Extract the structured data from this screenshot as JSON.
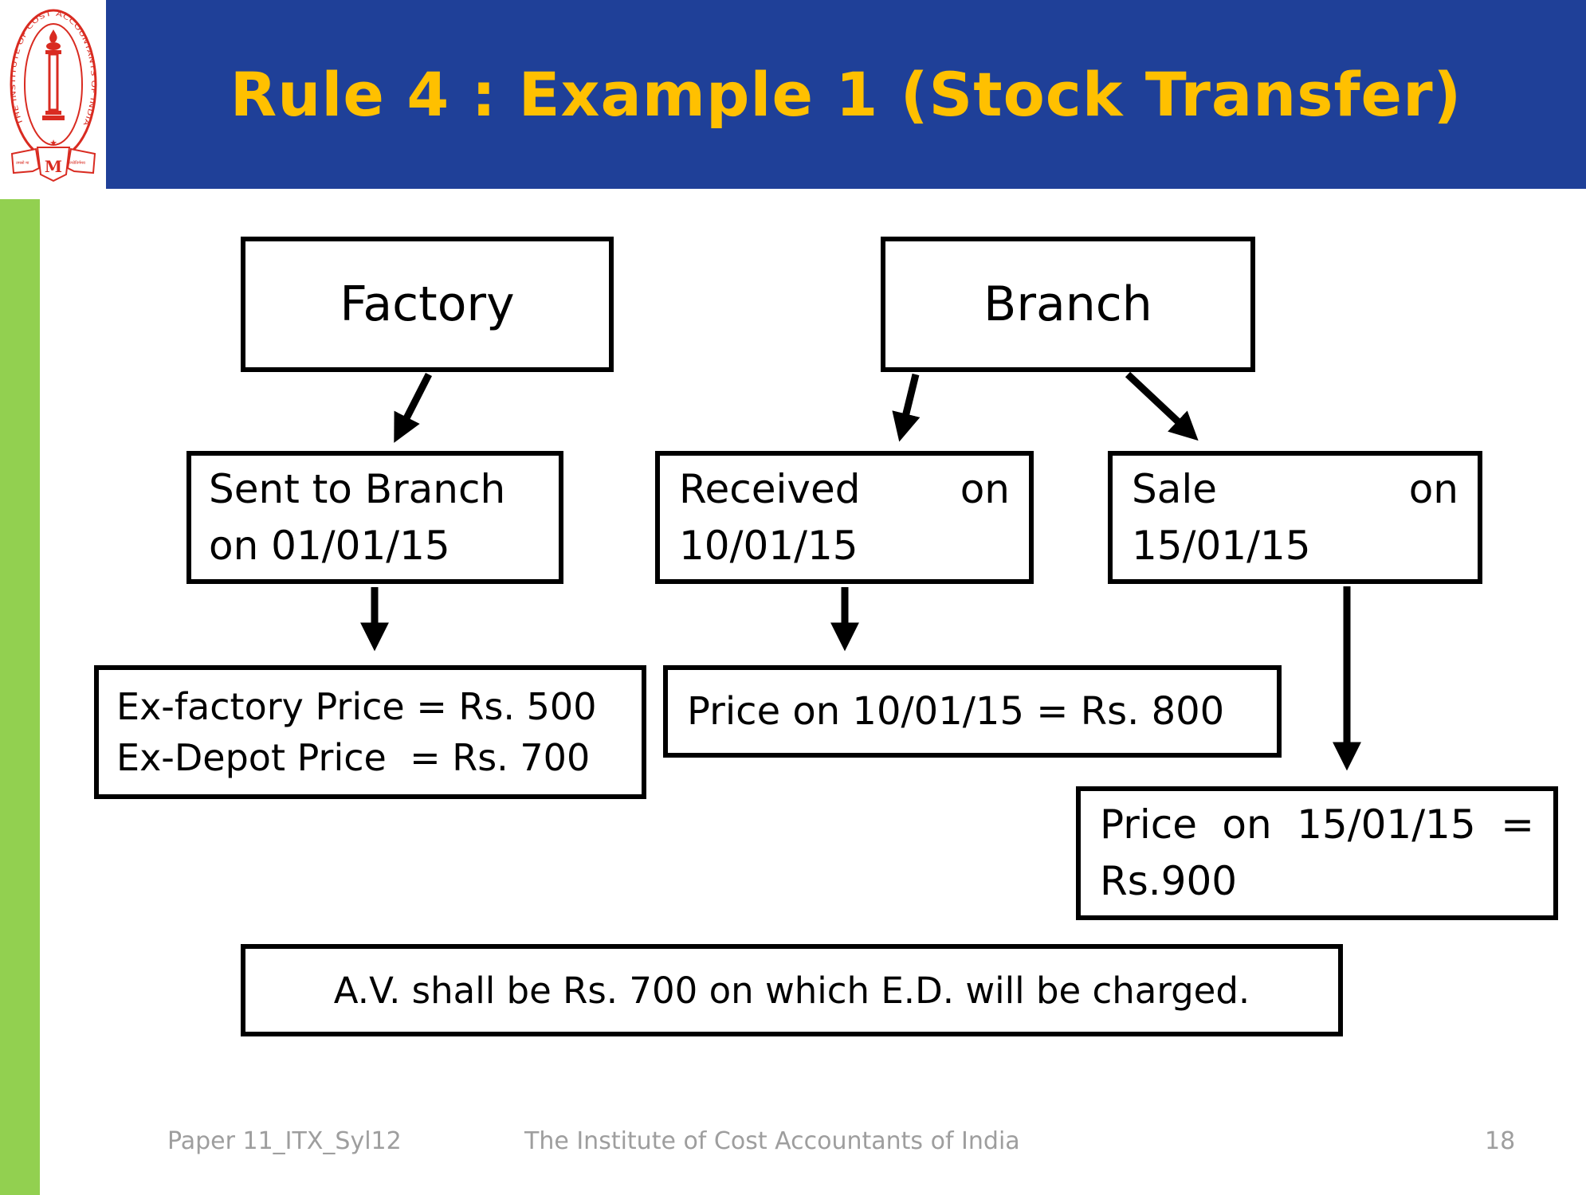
{
  "slide": {
    "title": "Rule 4 : Example 1 (Stock Transfer)",
    "footer": {
      "left": "Paper 11_ITX_Syl12",
      "center": "The Institute of Cost Accountants of India",
      "page_number": "18"
    },
    "colors": {
      "header_blue": "#1F4098",
      "title_yellow": "#FFC000",
      "accent_green": "#92D050",
      "logo_red": "#D92B21",
      "footer_gray": "#9E9E9E",
      "box_border": "#000000"
    },
    "logo": {
      "ring_text": "THE INSTITUTE OF COST ACCOUNTANTS OF INDIA",
      "monogram": "M",
      "motto_left": "तमसो मा",
      "motto_right": "ज्योतिर्गमय"
    }
  },
  "diagram": {
    "factory": {
      "label": "Factory"
    },
    "branch": {
      "label": "Branch"
    },
    "sent_to_branch": {
      "line1": "Sent to Branch",
      "line2": "on 01/01/15"
    },
    "received": {
      "word1": "Received",
      "word2": "on",
      "line2": "10/01/15"
    },
    "sale": {
      "word1": "Sale",
      "word2": "on",
      "line2": "15/01/15"
    },
    "ex_prices": {
      "line1": "Ex-factory Price = Rs. 500",
      "line2": "Ex-Depot Price  = Rs. 700"
    },
    "price_10": {
      "text": "Price on 10/01/15 = Rs. 800"
    },
    "price_15": {
      "word1": "Price",
      "word2": "on",
      "word3": "15/01/15",
      "word4": "=",
      "line2": "Rs.900"
    },
    "conclusion": {
      "text": "A.V. shall be Rs. 700 on which E.D. will be charged."
    }
  }
}
